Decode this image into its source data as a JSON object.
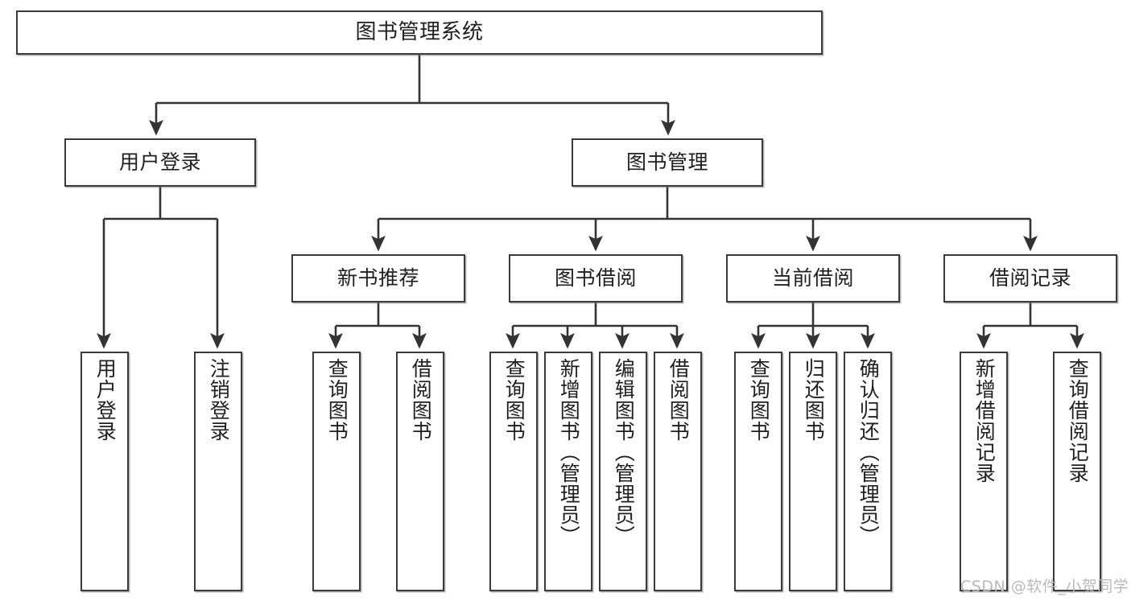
{
  "diagram": {
    "title": "图书管理系统",
    "type": "功能结构图",
    "watermark": "CSDN @软件_小贺同学",
    "colors": {
      "border": "#3b3b3b",
      "background": "#ffffff",
      "text": "#1f1f1f",
      "edge": "#333333",
      "watermark": "#b9b9b9"
    },
    "nodes": {
      "root": {
        "label": "图书管理系统"
      },
      "level2": [
        {
          "id": "user-login",
          "label": "用户登录"
        },
        {
          "id": "book-manage",
          "label": "图书管理"
        }
      ],
      "level3": [
        {
          "id": "new-book-recommend",
          "label": "新书推荐"
        },
        {
          "id": "book-borrow",
          "label": "图书借阅"
        },
        {
          "id": "current-borrow",
          "label": "当前借阅"
        },
        {
          "id": "borrow-record",
          "label": "借阅记录"
        }
      ],
      "leaves": {
        "user-login": [
          {
            "id": "leaf-user-login",
            "label": "用户登录"
          },
          {
            "id": "leaf-user-logout",
            "label": "注销登录"
          }
        ],
        "new-book-recommend": [
          {
            "id": "leaf-query-book-1",
            "label": "查询图书"
          },
          {
            "id": "leaf-borrow-book-1",
            "label": "借阅图书"
          }
        ],
        "book-borrow": [
          {
            "id": "leaf-query-book-2",
            "label": "查询图书"
          },
          {
            "id": "leaf-add-book",
            "label": "新增图书（管理员）"
          },
          {
            "id": "leaf-edit-book",
            "label": "编辑图书（管理员）"
          },
          {
            "id": "leaf-borrow-book-2",
            "label": "借阅图书"
          }
        ],
        "current-borrow": [
          {
            "id": "leaf-query-book-3",
            "label": "查询图书"
          },
          {
            "id": "leaf-return-book",
            "label": "归还图书"
          },
          {
            "id": "leaf-confirm-return",
            "label": "确认归还（管理员）"
          }
        ],
        "borrow-record": [
          {
            "id": "leaf-add-record",
            "label": "新增借阅记录"
          },
          {
            "id": "leaf-query-record",
            "label": "查询借阅记录"
          }
        ]
      }
    }
  }
}
